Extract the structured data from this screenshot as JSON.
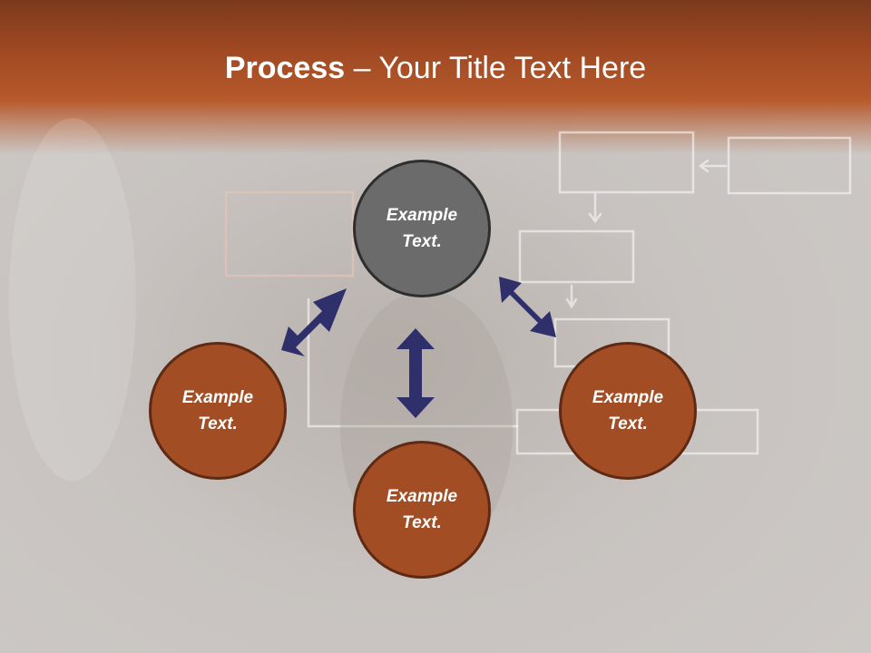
{
  "title": {
    "bold": "Process",
    "rest": " – Your Title Text Here"
  },
  "nodes": [
    {
      "text": "Example Text.",
      "color": "#6b6b6b"
    },
    {
      "text": "Example Text.",
      "color": "#a24d24"
    },
    {
      "text": "Example Text.",
      "color": "#a24d24"
    },
    {
      "text": "Example Text.",
      "color": "#a24d24"
    }
  ],
  "colors": {
    "banner": "#9d4722",
    "node_brown": "#a24d24",
    "node_gray": "#6b6b6b",
    "arrow": "#2e2f6b"
  }
}
